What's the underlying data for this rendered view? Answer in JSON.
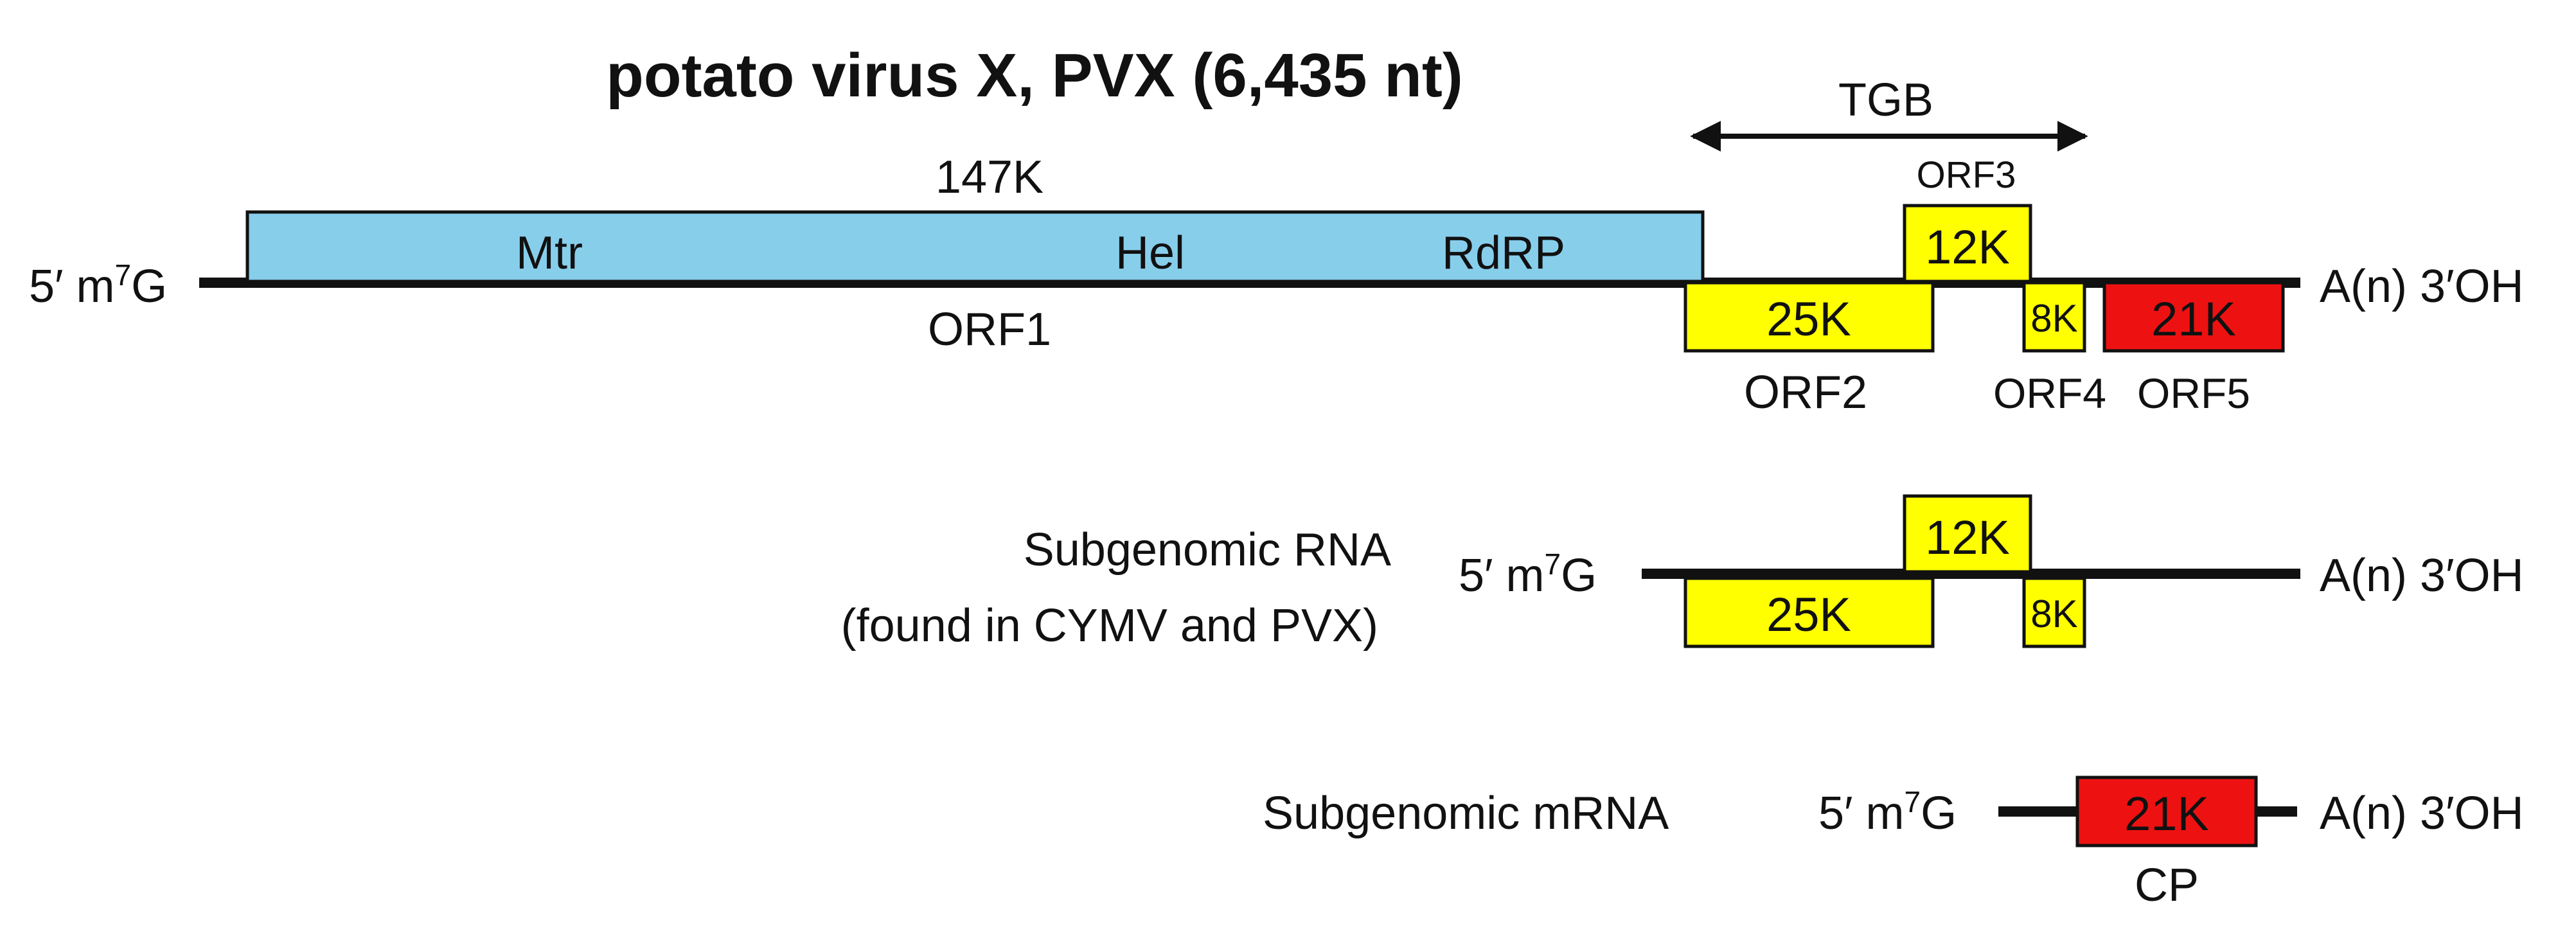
{
  "title": "potato virus X, PVX (6,435 nt)",
  "colors": {
    "orf1_fill": "#87ceeb",
    "tgb_fill": "#ffff00",
    "cp_fill": "#ee1111",
    "line": "#111111"
  },
  "genome": {
    "five_prime": "5′ m7G",
    "three_prime": "A(n) 3′OH",
    "orf1": {
      "name": "ORF1",
      "protein": "147K",
      "domains": [
        "Mtr",
        "Hel",
        "RdRP"
      ]
    },
    "tgb": {
      "label": "TGB"
    },
    "orf2": {
      "name": "ORF2",
      "protein": "25K"
    },
    "orf3": {
      "name": "ORF3",
      "protein": "12K"
    },
    "orf4": {
      "name": "ORF4",
      "protein": "8K"
    },
    "orf5": {
      "name": "ORF5",
      "protein": "21K"
    }
  },
  "sg_rna": {
    "label_line1": "Subgenomic RNA",
    "label_line2": "(found in CYMV and PVX)",
    "five_prime": "5′ m7G",
    "three_prime": "A(n) 3′OH",
    "proteins": [
      "12K",
      "25K",
      "8K"
    ]
  },
  "sg_mrna": {
    "label": "Subgenomic mRNA",
    "five_prime": "5′ m7G",
    "three_prime": "A(n) 3′OH",
    "protein": "21K",
    "product": "CP"
  }
}
